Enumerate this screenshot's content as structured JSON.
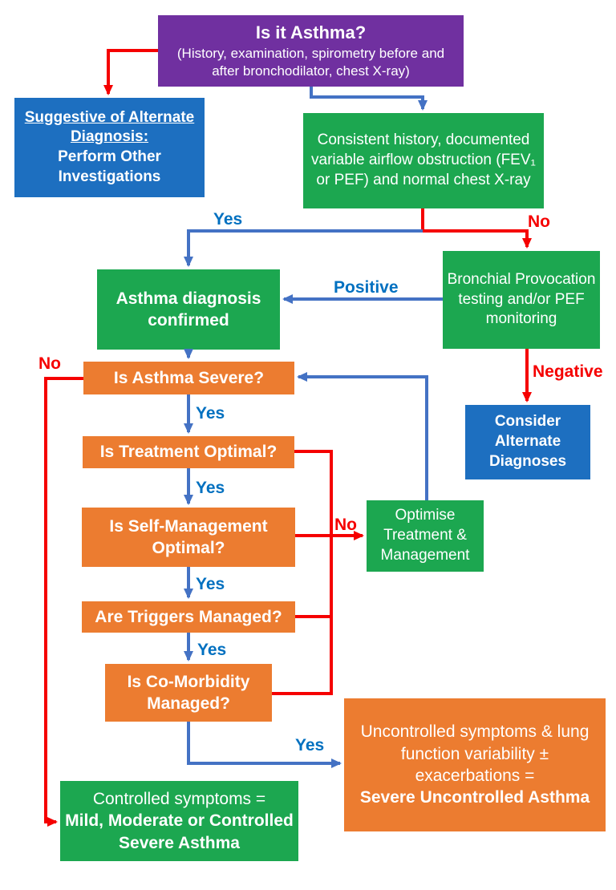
{
  "diagram": {
    "title_box": {
      "title": "Is it Asthma?",
      "subtitle": "(History, examination, spirometry before and after bronchodilator, chest X-ray)"
    },
    "alternate_diagnosis_box": {
      "heading": "Suggestive of Alternate Diagnosis:",
      "body": "Perform Other Investigations"
    },
    "consistent_history_box": {
      "text": "Consistent history, documented variable airflow obstruction (FEV₁ or PEF) and normal chest X-ray"
    },
    "diagnosis_confirmed_box": {
      "text": "Asthma diagnosis confirmed"
    },
    "bronchial_box": {
      "text": "Bronchial Provocation testing and/or PEF monitoring"
    },
    "consider_alternate_box": {
      "text": "Consider Alternate Diagnoses"
    },
    "severe_box": {
      "text": "Is Asthma Severe?"
    },
    "treatment_box": {
      "text": "Is Treatment Optimal?"
    },
    "self_management_box": {
      "text": "Is Self-Management Optimal?"
    },
    "triggers_box": {
      "text": "Are Triggers Managed?"
    },
    "comorbidity_box": {
      "text": "Is Co-Morbidity Managed?"
    },
    "optimise_box": {
      "text": "Optimise Treatment & Management"
    },
    "controlled_box": {
      "line1": "Controlled symptoms =",
      "line2": "Mild, Moderate or Controlled Severe Asthma"
    },
    "uncontrolled_box": {
      "line1": "Uncontrolled symptoms & lung function variability ± exacerbations =",
      "line2": "Severe Uncontrolled Asthma"
    },
    "labels": {
      "yes_top": "Yes",
      "no_top": "No",
      "positive": "Positive",
      "negative": "Negative",
      "no_severe": "No",
      "yes_severe": "Yes",
      "yes_treatment": "Yes",
      "no_management": "No",
      "yes_selfmgmt": "Yes",
      "yes_triggers": "Yes",
      "yes_comorbidity": "Yes"
    },
    "colors": {
      "purple": "#7030A0",
      "box_blue": "#1D6FC0",
      "green": "#1CA750",
      "orange": "#EC7C30",
      "arrow_blue": "#4472C4",
      "label_blue": "#0070C0",
      "red": "#F50000"
    }
  }
}
